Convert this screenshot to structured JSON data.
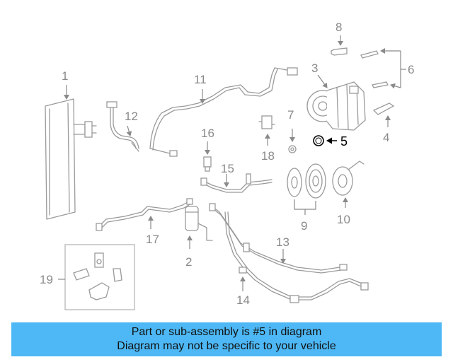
{
  "diagram": {
    "labels": {
      "p1": "1",
      "p2": "2",
      "p3": "3",
      "p4": "4",
      "p5": "5",
      "p6": "6",
      "p7": "7",
      "p8": "8",
      "p9": "9",
      "p10": "10",
      "p11": "11",
      "p12": "12",
      "p13": "13",
      "p14": "14",
      "p15": "15",
      "p16": "16",
      "p17": "17",
      "p18": "18",
      "p19": "19"
    },
    "highlighted_part": "5"
  },
  "banner": {
    "line1": "Part or sub-assembly is #5 in diagram",
    "line2": "Diagram may not be specific to your vehicle",
    "color": "#4db8f5"
  }
}
